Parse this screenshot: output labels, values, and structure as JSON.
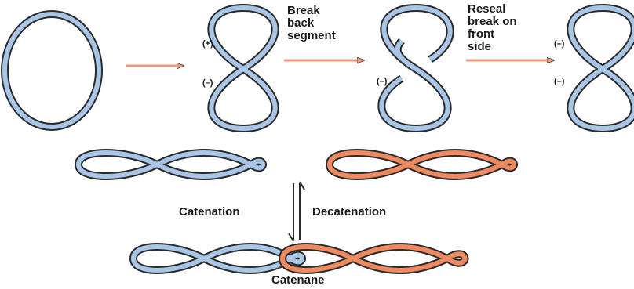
{
  "top_row": {
    "step1_label": [
      "Break",
      "back",
      "segment"
    ],
    "step2_label": [
      "Reseal",
      "break on",
      "front",
      "side"
    ],
    "sign_positive": "(+)",
    "sign_negative": "(–)"
  },
  "bottom": {
    "catenation": "Catenation",
    "decatenation": "Decatenation",
    "catenane": "Catenane"
  },
  "colors": {
    "blue": "#a9c6e6",
    "orange": "#ef8a60",
    "outline": "#2a2a2a",
    "arrow": "#e89a7a"
  }
}
